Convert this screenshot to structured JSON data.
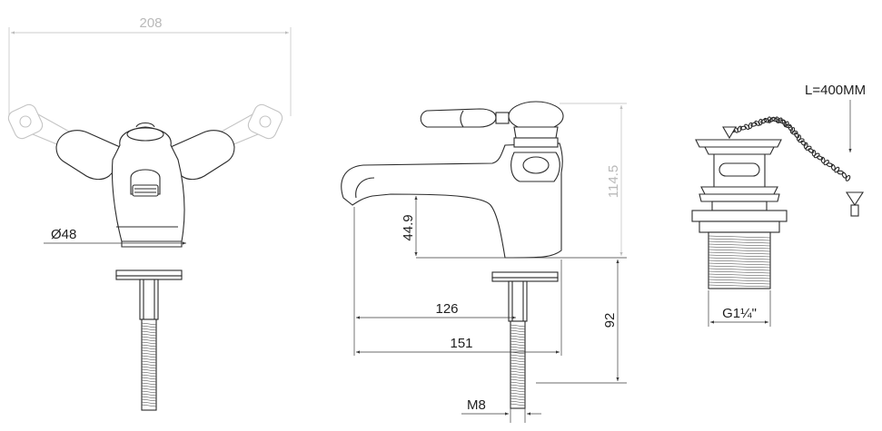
{
  "dimensions": {
    "overall_width": "208",
    "base_diameter": "Ø48",
    "spout_height": "44.9",
    "total_height": "114.5",
    "spout_reach": "126",
    "overall_depth": "151",
    "shank_length": "92",
    "thread_size": "M8",
    "waste_thread": "G1¼\"",
    "chain_length": "L=400MM"
  },
  "colors": {
    "line": "#2b2b2b",
    "ghost_line": "#c4c4c4",
    "ghost_text": "#b9b9b9",
    "background": "#ffffff"
  }
}
